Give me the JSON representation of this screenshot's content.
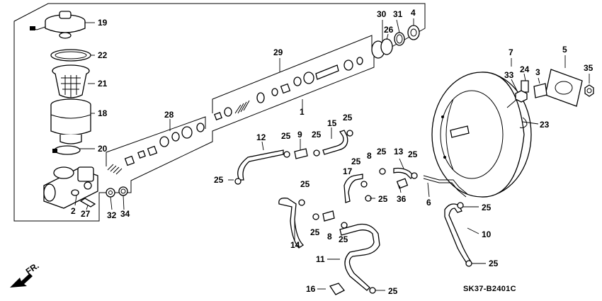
{
  "diagram": {
    "diagram_code": "SK37-B2401C",
    "direction_marker": "FR.",
    "callouts": [
      {
        "id": "c1",
        "text": "1"
      },
      {
        "id": "c2",
        "text": "2"
      },
      {
        "id": "c3",
        "text": "3"
      },
      {
        "id": "c4",
        "text": "4"
      },
      {
        "id": "c5",
        "text": "5"
      },
      {
        "id": "c6",
        "text": "6"
      },
      {
        "id": "c7",
        "text": "7"
      },
      {
        "id": "c8a",
        "text": "8"
      },
      {
        "id": "c8b",
        "text": "8"
      },
      {
        "id": "c9",
        "text": "9"
      },
      {
        "id": "c10",
        "text": "10"
      },
      {
        "id": "c11",
        "text": "11"
      },
      {
        "id": "c12",
        "text": "12"
      },
      {
        "id": "c13",
        "text": "13"
      },
      {
        "id": "c14",
        "text": "14"
      },
      {
        "id": "c15",
        "text": "15"
      },
      {
        "id": "c16",
        "text": "16"
      },
      {
        "id": "c17",
        "text": "17"
      },
      {
        "id": "c18",
        "text": "18"
      },
      {
        "id": "c19",
        "text": "19"
      },
      {
        "id": "c20",
        "text": "20"
      },
      {
        "id": "c21",
        "text": "21"
      },
      {
        "id": "c22",
        "text": "22"
      },
      {
        "id": "c23",
        "text": "23"
      },
      {
        "id": "c24",
        "text": "24"
      },
      {
        "id": "c25a",
        "text": "25"
      },
      {
        "id": "c25b",
        "text": "25"
      },
      {
        "id": "c25c",
        "text": "25"
      },
      {
        "id": "c25d",
        "text": "25"
      },
      {
        "id": "c25e",
        "text": "25"
      },
      {
        "id": "c25f",
        "text": "25"
      },
      {
        "id": "c25g",
        "text": "25"
      },
      {
        "id": "c25h",
        "text": "25"
      },
      {
        "id": "c25i",
        "text": "25"
      },
      {
        "id": "c25j",
        "text": "25"
      },
      {
        "id": "c25k",
        "text": "25"
      },
      {
        "id": "c25l",
        "text": "25"
      },
      {
        "id": "c25m",
        "text": "25"
      },
      {
        "id": "c25n",
        "text": "25"
      },
      {
        "id": "c26",
        "text": "26"
      },
      {
        "id": "c27",
        "text": "27"
      },
      {
        "id": "c28",
        "text": "28"
      },
      {
        "id": "c29",
        "text": "29"
      },
      {
        "id": "c30",
        "text": "30"
      },
      {
        "id": "c31",
        "text": "31"
      },
      {
        "id": "c32",
        "text": "32"
      },
      {
        "id": "c33",
        "text": "33"
      },
      {
        "id": "c34",
        "text": "34"
      },
      {
        "id": "c35",
        "text": "35"
      },
      {
        "id": "c36",
        "text": "36"
      }
    ]
  }
}
